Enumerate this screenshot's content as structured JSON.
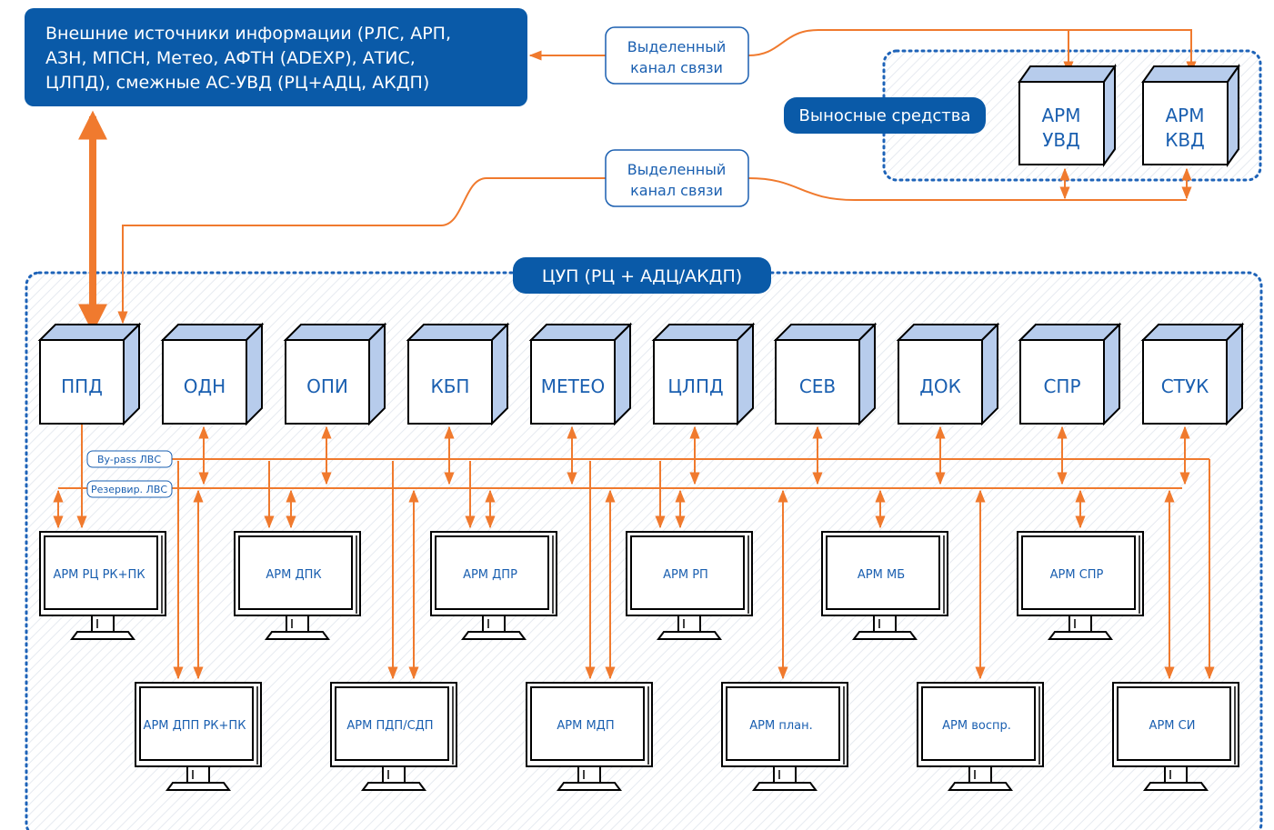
{
  "colors": {
    "brand_blue": "#0a5aa8",
    "line_orange": "#f07a2e",
    "cube_side": "#b7ccec",
    "text_blue": "#1a5fb0",
    "dotted_border": "#1e63b8"
  },
  "external_sources": {
    "line1": "Внешние источники информации (РЛС, АРП,",
    "line2": "АЗН, МПСН, Метео, АФТН (ADEXP), АТИС,",
    "line3": "ЦЛПД), смежные АС-УВД (РЦ+АДЦ, АКДП)"
  },
  "channel_top": {
    "line1": "Выделенный",
    "line2": "канал связи"
  },
  "channel_mid": {
    "line1": "Выделенный",
    "line2": "канал связи"
  },
  "remote": {
    "label": "Выносные средства",
    "cube1": {
      "line1": "АРМ",
      "line2": "УВД"
    },
    "cube2": {
      "line1": "АРМ",
      "line2": "КВД"
    }
  },
  "center_label": "ЦУП (РЦ + АДЦ/АКДП)",
  "servers": [
    "ППД",
    "ОДН",
    "ОПИ",
    "КБП",
    "МЕТЕО",
    "ЦЛПД",
    "СЕВ",
    "ДОК",
    "СПР",
    "СТУК"
  ],
  "bus_labels": {
    "bypass": "By-pass ЛВС",
    "reserve": "Резервир. ЛВС"
  },
  "monitors_row1": [
    "АРМ РЦ РК+ПК",
    "АРМ ДПК",
    "АРМ ДПР",
    "АРМ РП",
    "АРМ МБ",
    "АРМ СПР"
  ],
  "monitors_row2": [
    "АРМ ДПП РК+ПК",
    "АРМ ПДП/СДП",
    "АРМ МДП",
    "АРМ план.",
    "АРМ воспр.",
    "АРМ СИ"
  ]
}
